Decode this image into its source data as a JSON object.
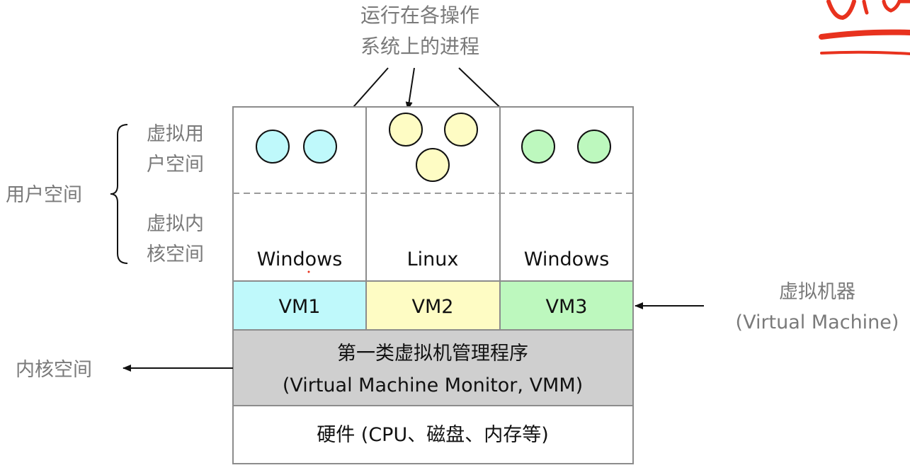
{
  "top_annotation": {
    "line1": "运行在各操作",
    "line2": "系统上的进程"
  },
  "left_labels": {
    "user_space": "用户空间",
    "virtual_user_space": [
      "虚拟用",
      "户空间"
    ],
    "virtual_kernel_space": [
      "虚拟内",
      "核空间"
    ],
    "kernel_space": "内核空间"
  },
  "vm_columns": [
    {
      "os": "Windows",
      "vm": "VM1",
      "color": "#bff9fb",
      "process_count": 2
    },
    {
      "os": "Linux",
      "vm": "VM2",
      "color": "#fefcc4",
      "process_count": 3
    },
    {
      "os": "Windows",
      "vm": "VM3",
      "color": "#bdf8be",
      "process_count": 2
    }
  ],
  "vmm": {
    "line1": "第一类虚拟机管理程序",
    "line2": "(Virtual Machine Monitor, VMM)",
    "color": "#cfcfcf"
  },
  "hardware": {
    "label": "硬件 (CPU、磁盘、内存等)"
  },
  "right_label": {
    "line1": "虚拟机器",
    "line2": "(Virtual Machine)"
  },
  "handwriting": {
    "text": "VM",
    "color": "#e8321e"
  }
}
